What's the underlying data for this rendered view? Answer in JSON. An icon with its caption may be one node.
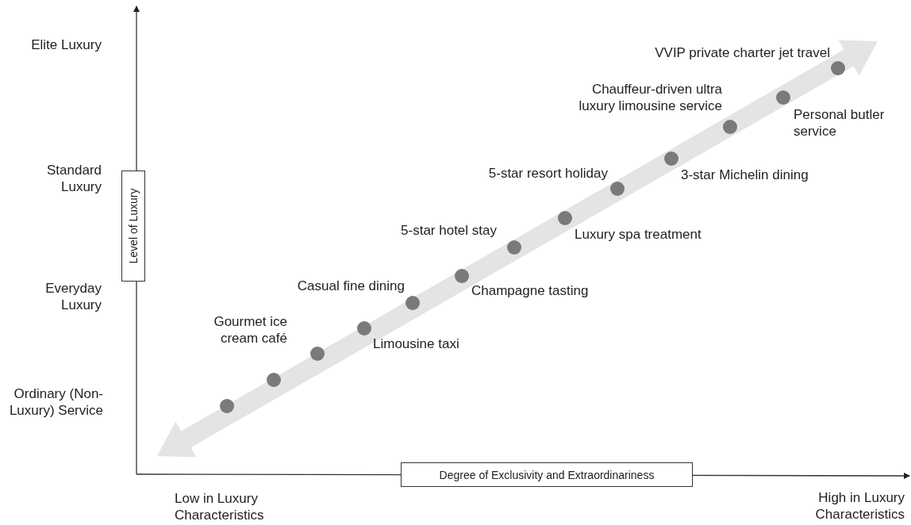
{
  "diagram": {
    "nodes": [
      {
        "text": [],
        "shape": "circle"
      },
      {
        "text": [],
        "shape": "circle"
      },
      {
        "text": [],
        "shape": "circle",
        "beside": [
          "Gourmet ice cream café"
        ]
      },
      {
        "text": [],
        "shape": "circle",
        "beside": [
          "Limousine taxi"
        ]
      },
      {
        "text": [],
        "shape": "circle",
        "beside": [
          "Casual fine dining"
        ]
      },
      {
        "text": [],
        "shape": "circle",
        "beside": [
          "Champagne tasting"
        ]
      },
      {
        "text": [],
        "shape": "circle",
        "beside": [
          "5-star hotel stay"
        ]
      },
      {
        "text": [],
        "shape": "circle",
        "beside": [
          "Luxury spa treatment"
        ]
      },
      {
        "text": [],
        "shape": "circle",
        "beside": [
          "5-star resort holiday"
        ]
      },
      {
        "text": [],
        "shape": "circle",
        "beside": [
          "3-star Michelin dining"
        ]
      },
      {
        "text": [],
        "shape": "circle",
        "beside": [
          "Chauffeur-driven ultra luxury limousine service"
        ]
      },
      {
        "text": [],
        "shape": "circle",
        "beside": [
          "Personal butler service"
        ]
      },
      {
        "text": [],
        "shape": "circle",
        "beside": [
          "VVIP private charter jet travel"
        ]
      },
      {
        "text": [
          "Level of Luxury"
        ]
      },
      {
        "text": [
          "Degree of Exclusivity and Extraordinariness"
        ]
      }
    ],
    "labels": [
      "Elite Luxury",
      "Standard Luxury",
      "Everyday Luxury",
      "Ordinary (Non-Luxury) Service",
      "Low in Luxury Characteristics",
      "High in Luxury Characteristics"
    ]
  }
}
